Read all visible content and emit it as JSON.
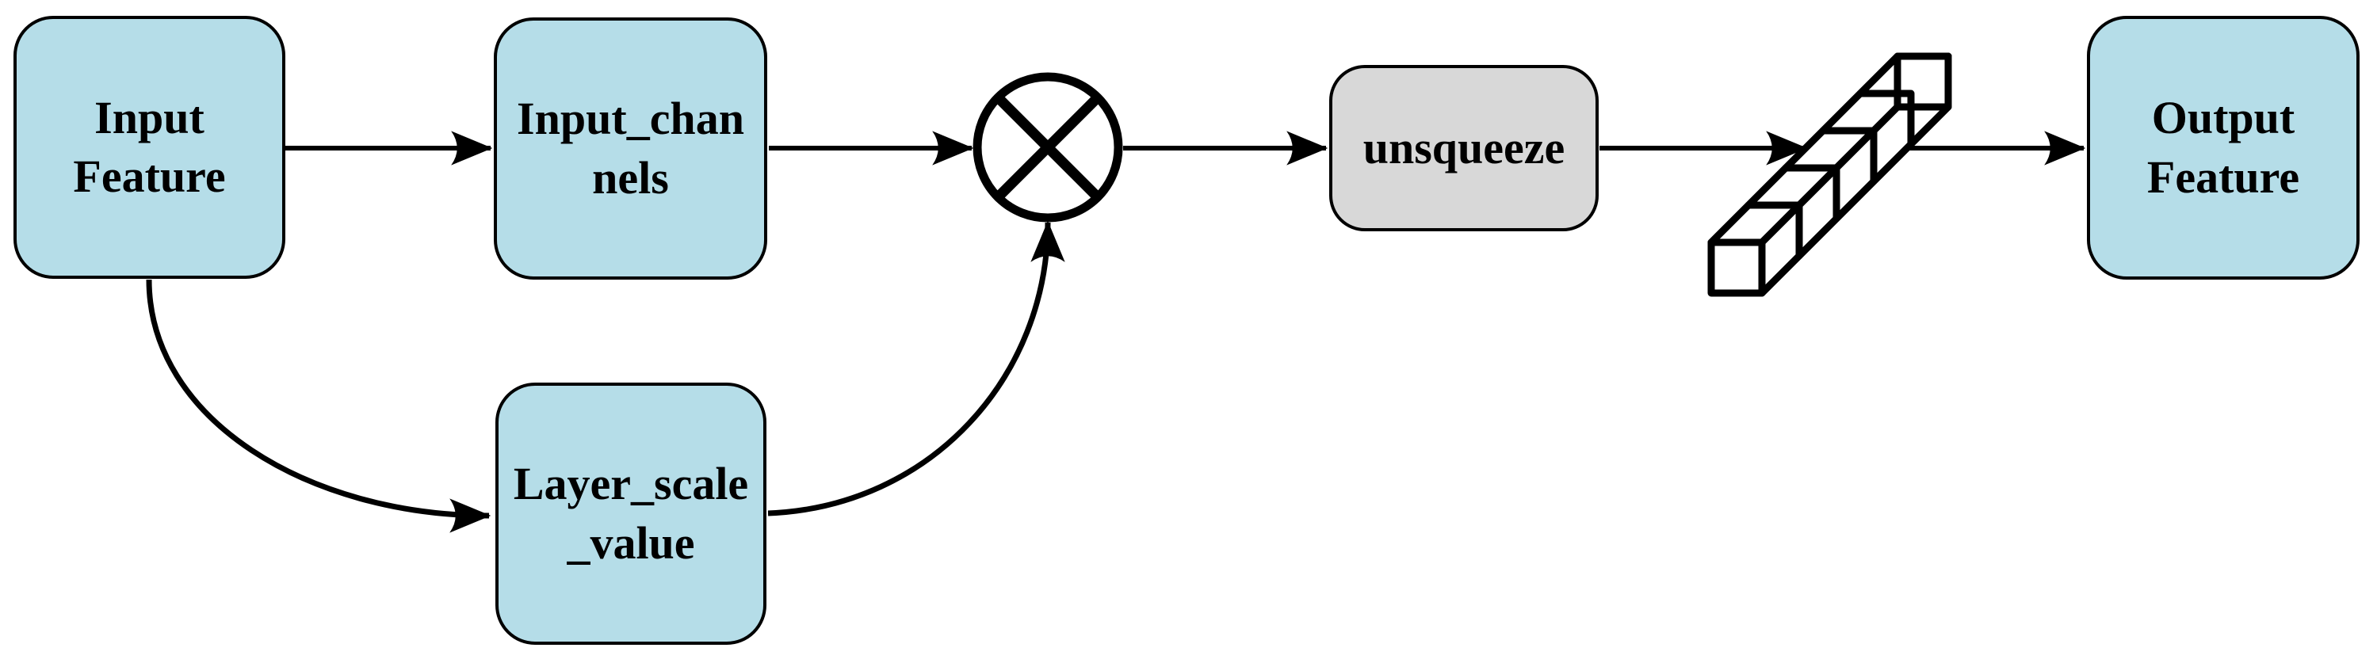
{
  "diagram": {
    "nodes": {
      "input_feature": {
        "label": "Input Feature",
        "lines": [
          "Input",
          "Feature"
        ],
        "fill": "blue"
      },
      "input_channels": {
        "label": "Input_channels",
        "lines": [
          "Input_chan",
          "nels"
        ],
        "fill": "blue"
      },
      "layer_scale_value": {
        "label": "Layer_scale_value",
        "lines": [
          "Layer_scale",
          "_value"
        ],
        "fill": "blue"
      },
      "unsqueeze": {
        "label": "unsqueeze",
        "lines": [
          "unsqueeze"
        ],
        "fill": "gray"
      },
      "output_feature": {
        "label": "Output Feature",
        "lines": [
          "Output",
          "Feature"
        ],
        "fill": "blue"
      },
      "multiply": {
        "icon": "circle-multiply-icon",
        "symbol": "⊗"
      },
      "tensor_strip": {
        "icon": "tensor-cubes-icon",
        "cube_count": 5
      }
    },
    "edges": [
      {
        "from": "input_feature",
        "to": "input_channels",
        "style": "straight-arrow"
      },
      {
        "from": "input_channels",
        "to": "multiply",
        "style": "straight-arrow"
      },
      {
        "from": "input_feature",
        "to": "layer_scale_value",
        "style": "curved-arrow"
      },
      {
        "from": "layer_scale_value",
        "to": "multiply",
        "style": "curved-arrow"
      },
      {
        "from": "multiply",
        "to": "unsqueeze",
        "style": "straight-arrow"
      },
      {
        "from": "unsqueeze",
        "to": "tensor_strip",
        "style": "straight-arrow"
      },
      {
        "from": "tensor_strip",
        "to": "output_feature",
        "style": "straight-arrow"
      }
    ],
    "colors": {
      "node_blue": "#b5dde8",
      "node_gray": "#d8d8d8",
      "stroke": "#000000",
      "text": "#000000",
      "background": "#ffffff"
    }
  }
}
